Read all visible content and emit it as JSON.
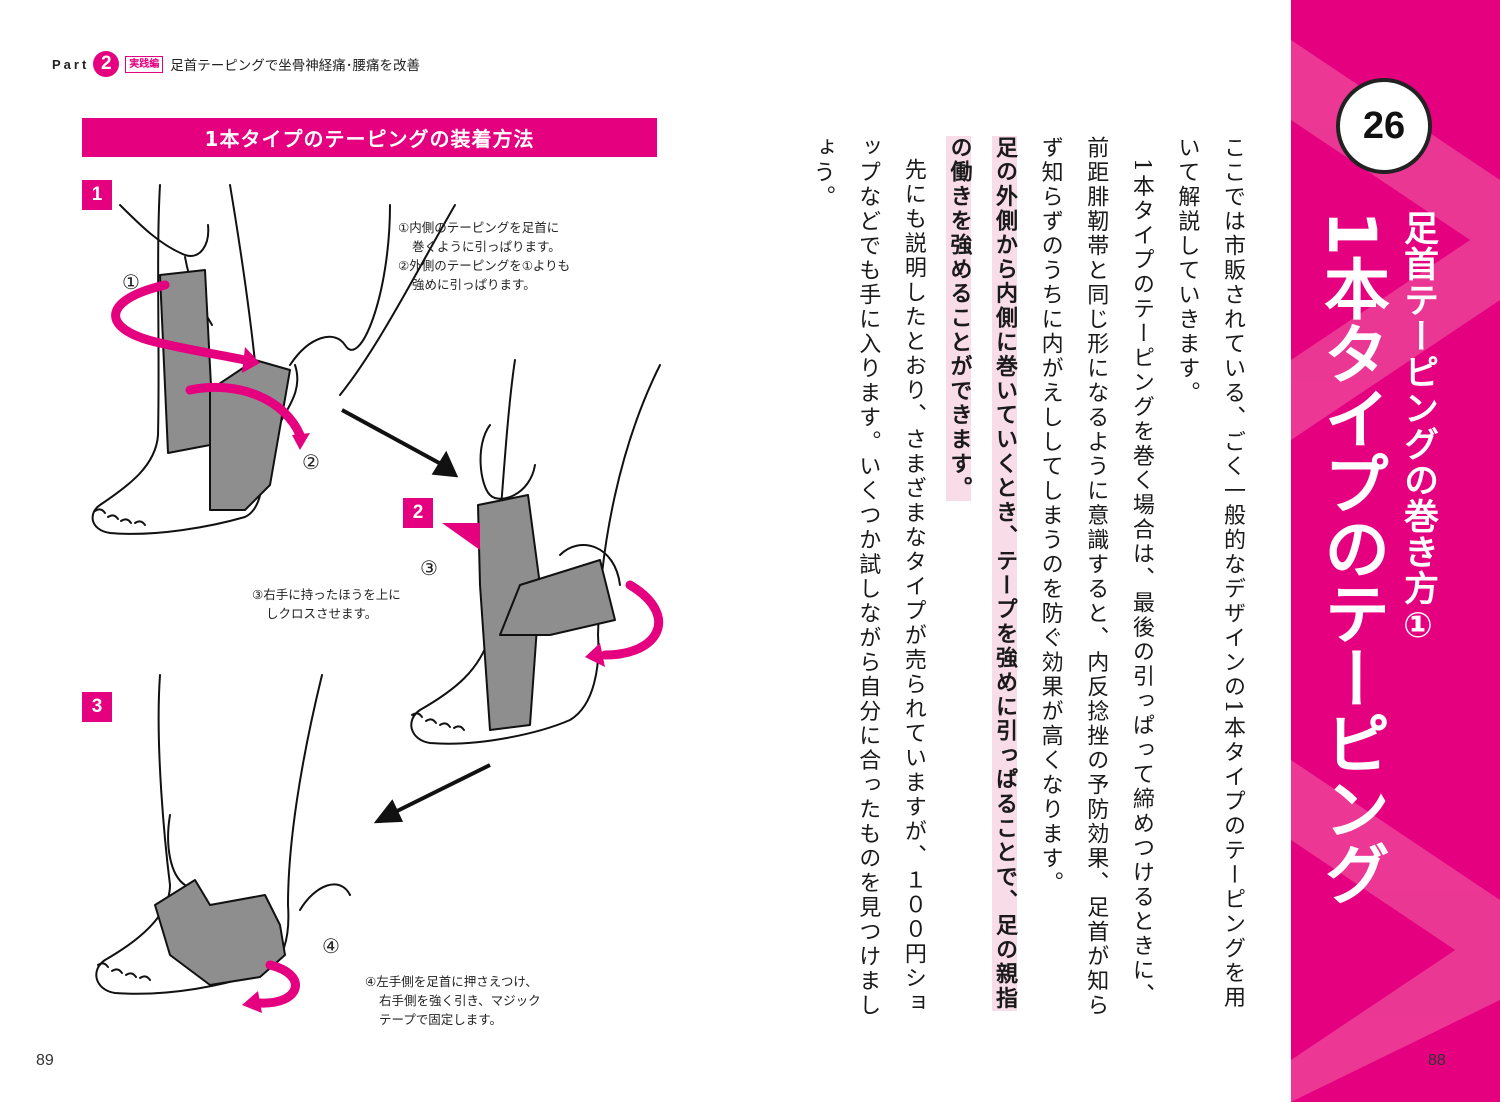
{
  "header": {
    "part_word": "Part",
    "part_number": "2",
    "tag": "実践編",
    "title": "足首テーピングで坐骨神経痛･腰痛を改善"
  },
  "left_page": {
    "section_title": "1本タイプのテーピングの装着方法",
    "page_number": "89",
    "steps": [
      {
        "number": "1",
        "caption": [
          "①内側のテーピングを足首に",
          "巻くように引っぱります。",
          "②外側のテーピングを①よりも",
          "強めに引っぱります。"
        ]
      },
      {
        "number": "2",
        "caption": [
          "③右手に持ったほうを上に",
          "しクロスさせます。"
        ]
      },
      {
        "number": "3",
        "caption": [
          "④左手側を足首に押さえつけ、",
          "右手側を強く引き、マジック",
          "テープで固定します。"
        ]
      }
    ],
    "markers": [
      "①",
      "②",
      "③",
      "④"
    ]
  },
  "right_page": {
    "page_number": "88",
    "chapter_number": "26",
    "subtitle": "足首テーピングの巻き方①",
    "title": "1本タイプのテーピング",
    "body": {
      "p1": "ここでは市販されている、ごく一般的なデザインの1本タイプのテーピングを用いて解説していきます。",
      "p2": "1本タイプのテーピングを巻く場合は、最後の引っぱって締めつけるときに、前距腓靭帯と同じ形になるように意識すると、内反捻挫の予防効果、足首が知らず知らずのうちに内がえししてしまうのを防ぐ効果が高くなります。",
      "p3_emph": "足の外側から内側に巻いていくとき、テープを強めに引っぱることで、足の親指の働きを強めることができます。",
      "p4": "先にも説明したとおり、さまざまなタイプが売られていますが、１００円ショップなどでも手に入ります。いくつか試しながら自分に合ったものを見つけましょう。"
    }
  },
  "colors": {
    "accent": "#e5007f",
    "highlight": "#f8dde9",
    "text": "#1a1a1a"
  }
}
